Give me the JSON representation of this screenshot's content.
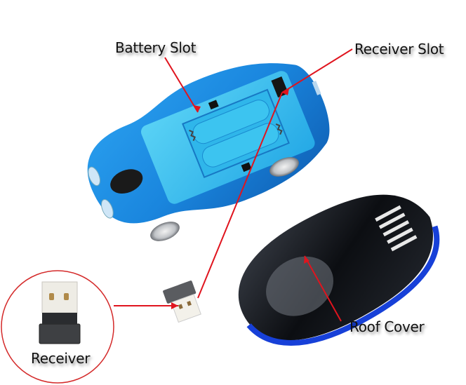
{
  "image": {
    "description": "Annotated product photo of a blue sports-car-shaped wireless mouse shown from below with its roof cover removed and a USB receiver",
    "annotation_color": "#e0141e",
    "car_color": "#1f8fe0",
    "cover_color": "#111418"
  },
  "labels": {
    "battery_slot": "Battery Slot",
    "receiver_slot": "Receiver Slot",
    "roof_cover": "Roof Cover",
    "receiver": "Receiver"
  }
}
